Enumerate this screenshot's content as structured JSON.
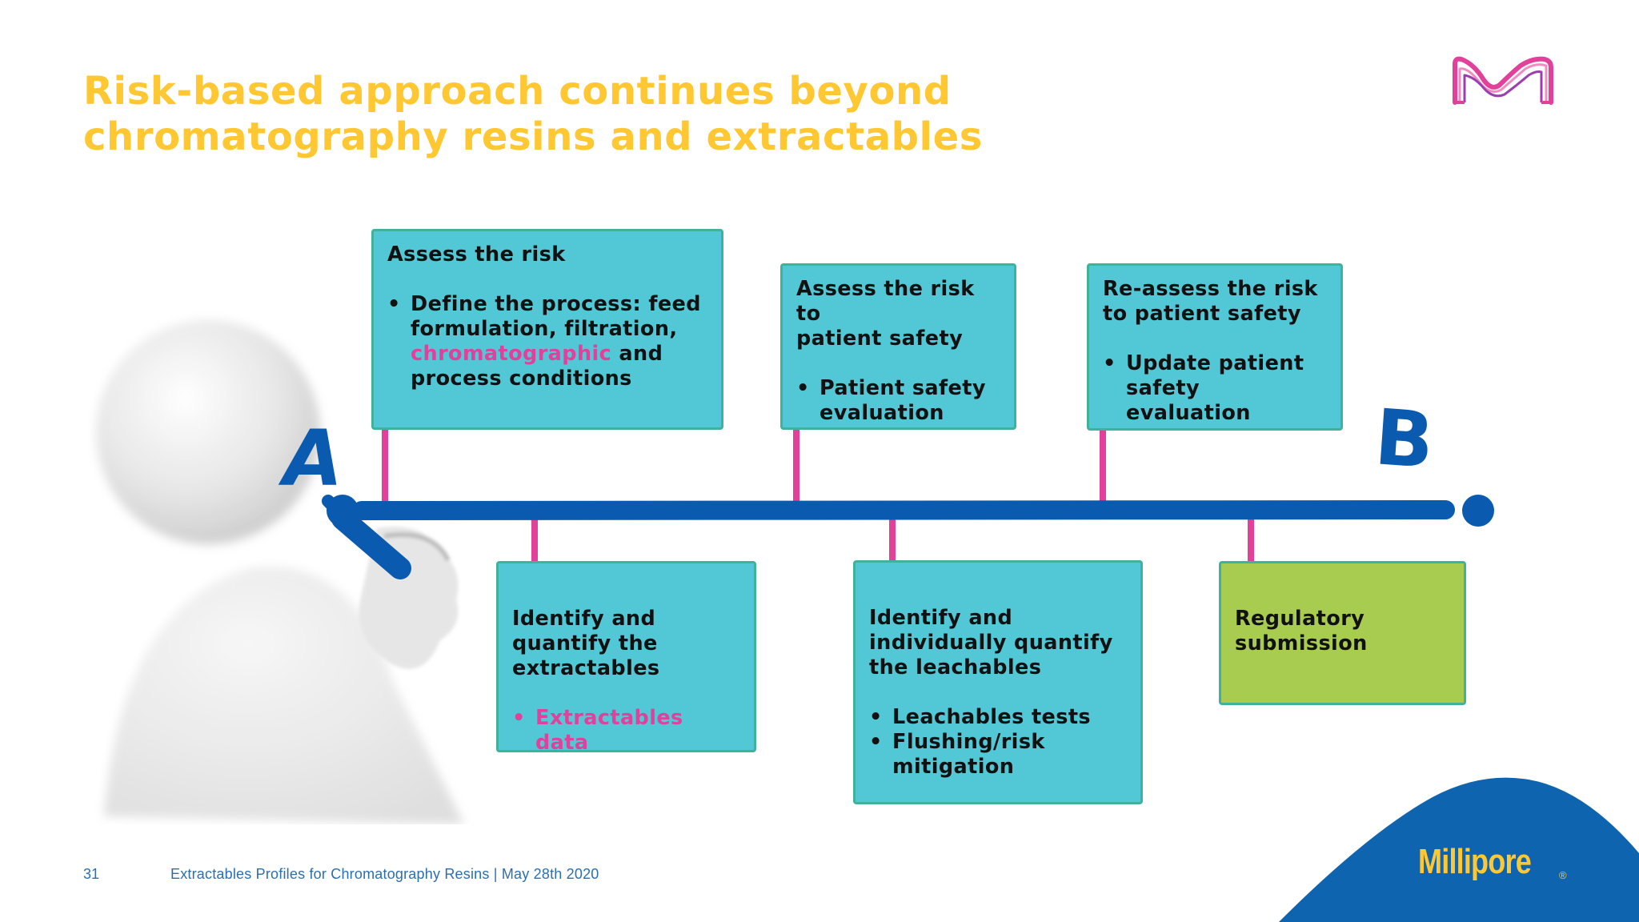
{
  "title": {
    "line1": "Risk-based approach continues beyond",
    "line2": "chromatography resins and extractables"
  },
  "labels": {
    "start": "A",
    "end": "B"
  },
  "top_boxes": [
    {
      "heading_lines": [
        "Assess the risk"
      ],
      "bullets": [
        {
          "parts": [
            "Define the process: feed formulation, filtration, ",
            "chromatographic",
            " and process conditions"
          ]
        }
      ]
    },
    {
      "heading_lines": [
        "Assess the risk to",
        "patient safety"
      ],
      "bullets": [
        "Patient safety evaluation"
      ]
    },
    {
      "heading_lines": [
        "Re-assess the risk",
        "to patient safety"
      ],
      "bullets": [
        "Update patient safety evaluation"
      ]
    }
  ],
  "bottom_boxes": [
    {
      "heading_lines": [
        "Identify and",
        "quantify the",
        "extractables"
      ],
      "bullets": [
        "Extractables data"
      ]
    },
    {
      "heading_lines": [
        "Identify and",
        "individually quantify",
        "the leachables"
      ],
      "bullets": [
        "Leachables tests",
        "Flushing/risk mitigation"
      ]
    },
    {
      "heading_lines": [
        "Regulatory",
        "submission"
      ],
      "bullets": []
    }
  ],
  "footer": {
    "page_number": "31",
    "text": "Extractables Profiles for Chromatography Resins | May 28th 2020"
  },
  "brand": {
    "name": "Millipore",
    "mark": "®"
  },
  "colors": {
    "title": "#FFC832",
    "box": "#52C8D6",
    "box_green": "#A8CC50",
    "box_border": "#3FB29C",
    "timeline": "#0A5BB0",
    "connector": "#E2409A",
    "footer": "#2C6FAF",
    "corner": "#0F64B0"
  },
  "icons": {
    "logo": "merck-m-logo",
    "figure": "stick-figure-with-marker"
  }
}
